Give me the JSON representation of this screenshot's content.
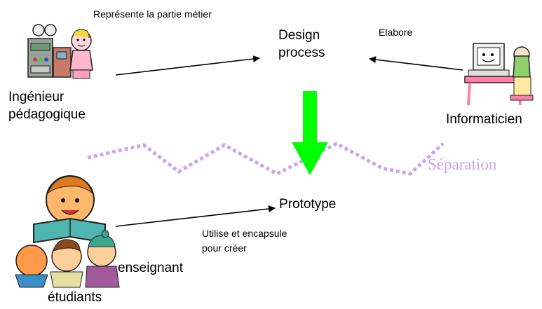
{
  "labels": {
    "represente": "Représente la partie métier",
    "design_line1": "Design",
    "design_line2": "process",
    "elabore": "Elabore",
    "ingenieur_line1": "Ingénieur",
    "ingenieur_line2": "pédagogique",
    "informaticien": "Informaticien",
    "separation": "Séparation",
    "prototype": "Prototype",
    "utilise_line1": "Utilise et encapsule",
    "utilise_line2": "pour créer",
    "enseignant": "enseignant",
    "etudiants": "étudiants"
  },
  "colors": {
    "arrow_down": "#00ff00",
    "separation_line": "#c9a6f0",
    "separation_text": "#c9a6f0"
  },
  "icons": {
    "engineer": "engineer-with-machine-icon",
    "programmer": "programmer-at-computer-icon",
    "teacher": "teacher-reading-to-students-icon"
  }
}
